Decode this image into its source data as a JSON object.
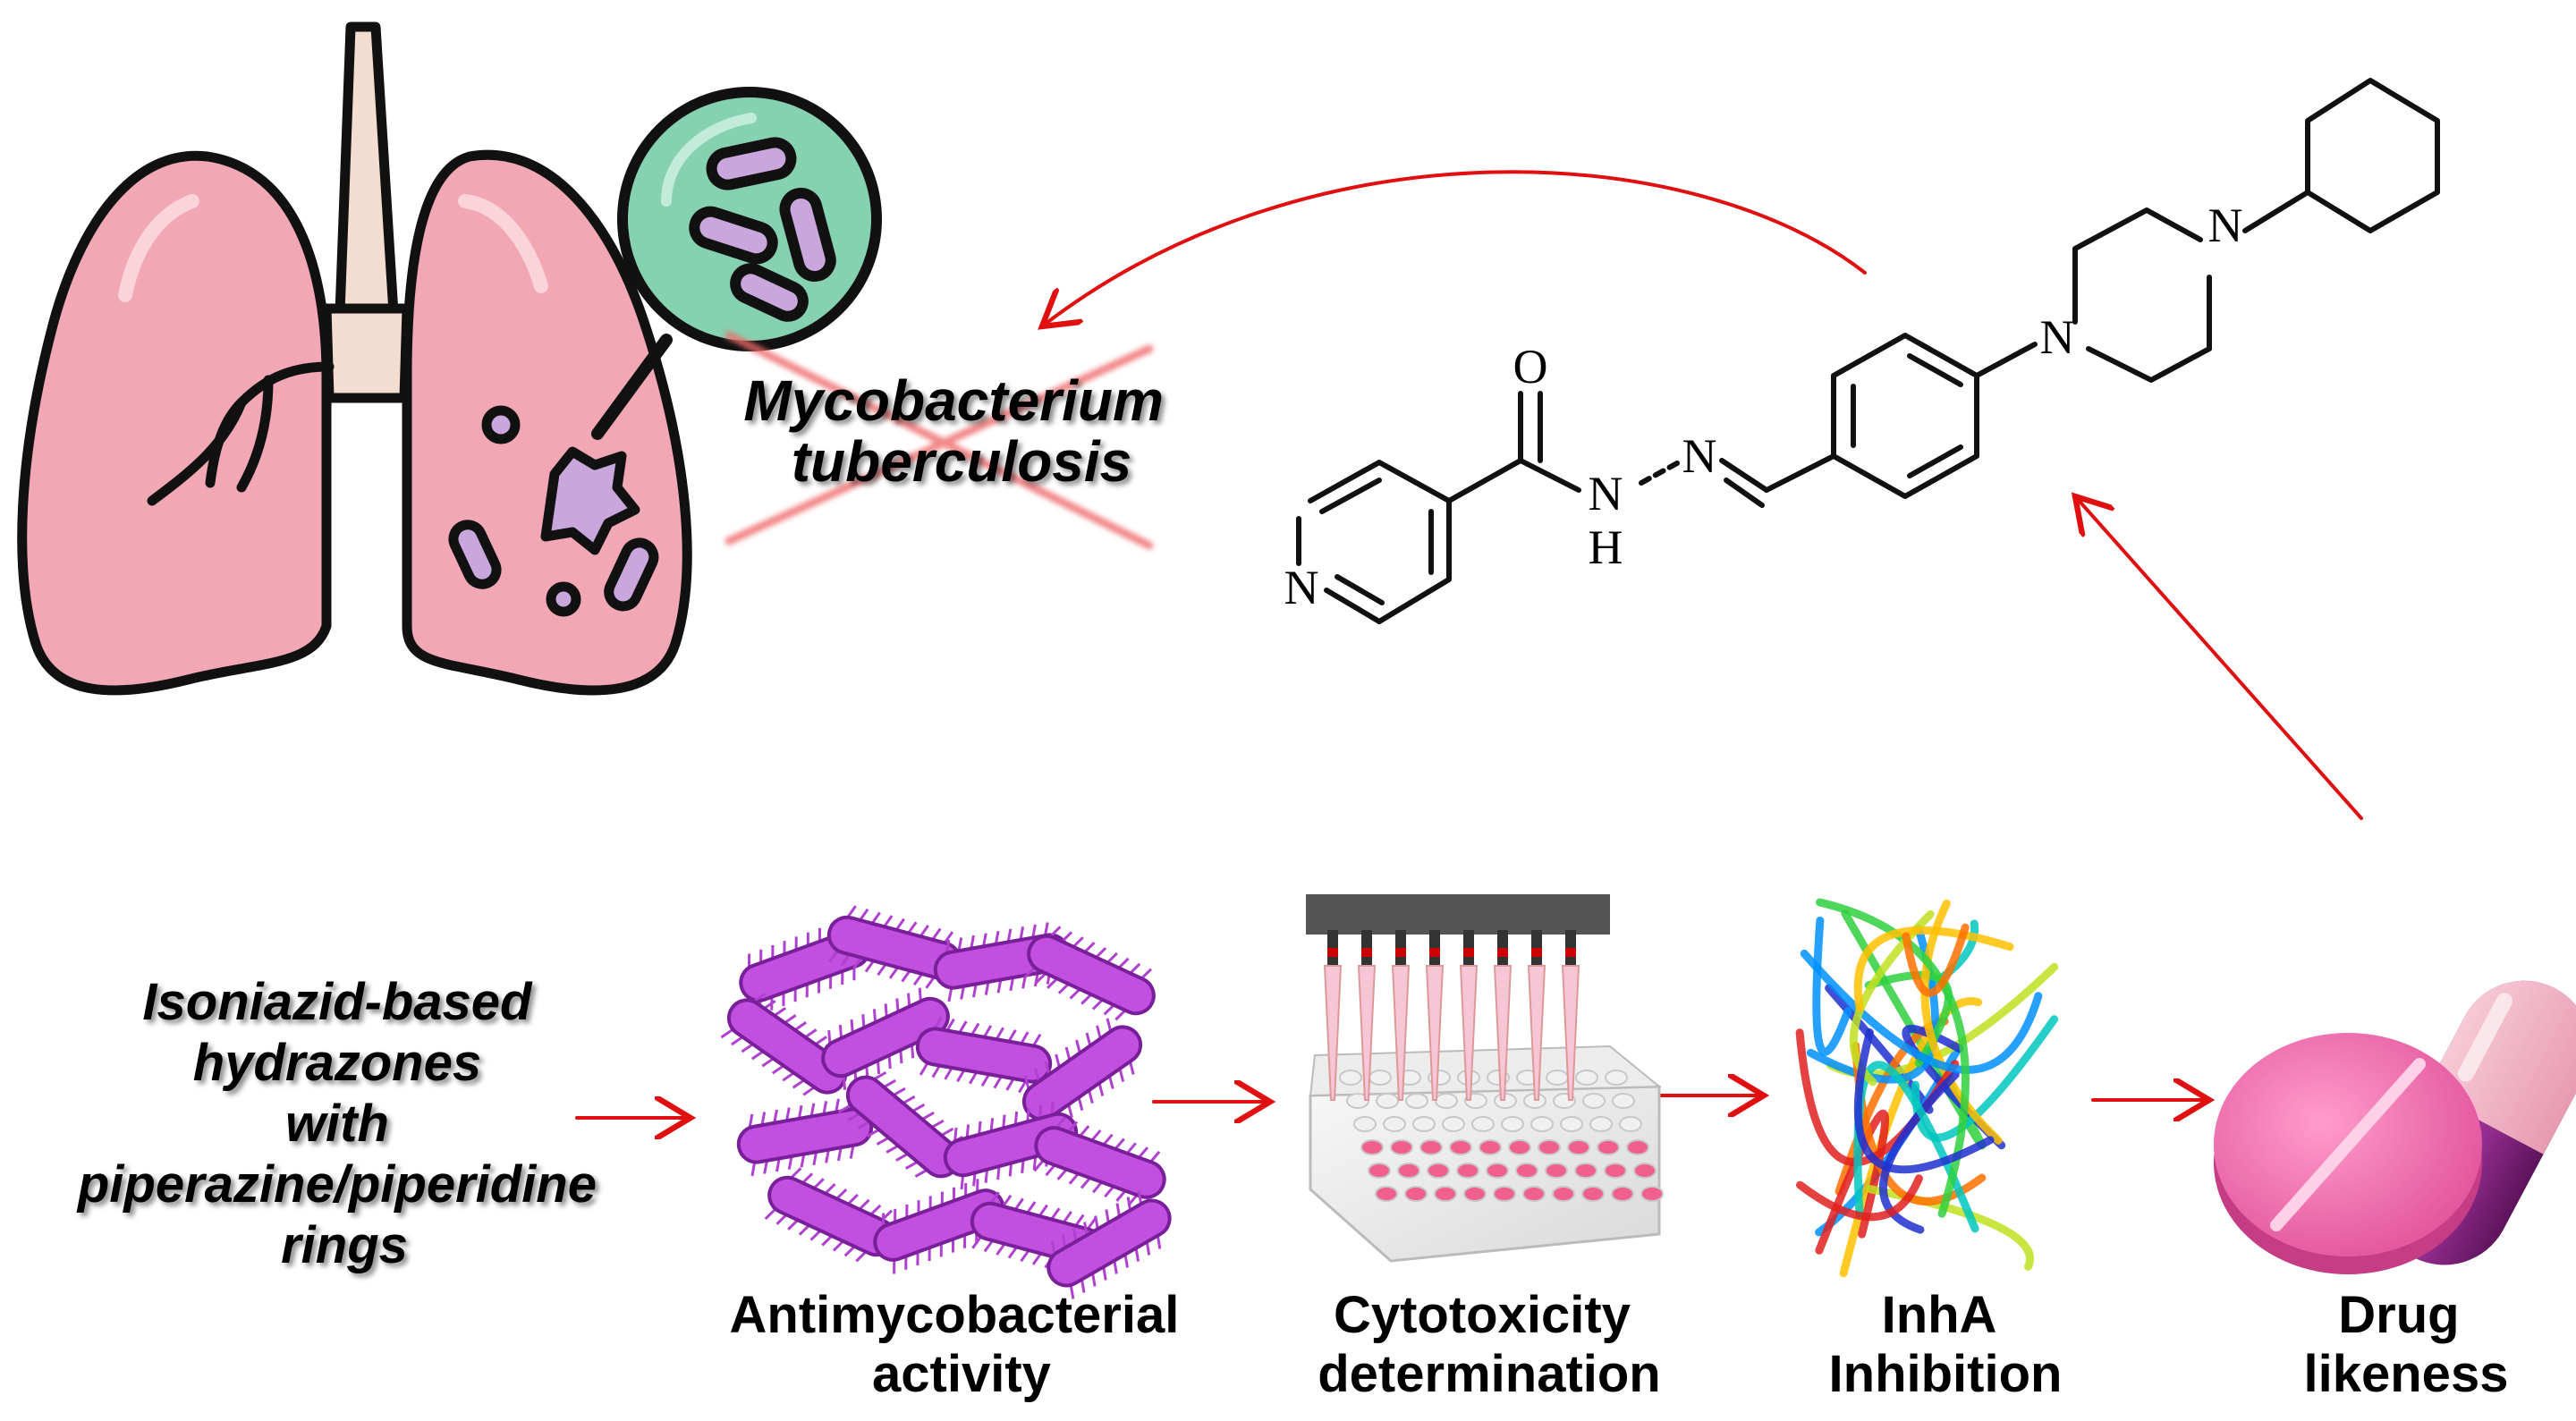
{
  "pathogen": {
    "line1": "Mycobacterium",
    "line2": "tuberculosis"
  },
  "compound_series": {
    "line1": "Isoniazid-based",
    "line2": "hydrazones",
    "line3": "with",
    "line4": "piperazine/piperidine",
    "line5": "rings"
  },
  "steps": [
    {
      "line1": "Antimycobacterial",
      "line2": "activity"
    },
    {
      "line1": "Cytotoxicity",
      "line2": "determination"
    },
    {
      "line1": "InhA",
      "line2": "Inhibition"
    },
    {
      "line1": "Drug",
      "line2": "likeness"
    }
  ],
  "molecule_atoms": {
    "o": "O",
    "n_amide": "N",
    "h_amide": "H",
    "n_imine": "N",
    "n_pyridine": "N",
    "n_pip1": "N",
    "n_pip2": "N"
  },
  "colors": {
    "arrow": "#e01010",
    "lung": "#f2a7b4",
    "trachea": "#f3dcd0",
    "bacteria_zoom": "#86d1b0",
    "bacteria": "#c14fe0",
    "pill": "#f070b0",
    "capsule": "#7a1f7a"
  },
  "icons": [
    "lungs-icon",
    "magnifier-bacteria-icon",
    "bacteria-cluster-icon",
    "pipette-plate-icon",
    "protein-ribbon-icon",
    "pill-capsule-icon"
  ]
}
